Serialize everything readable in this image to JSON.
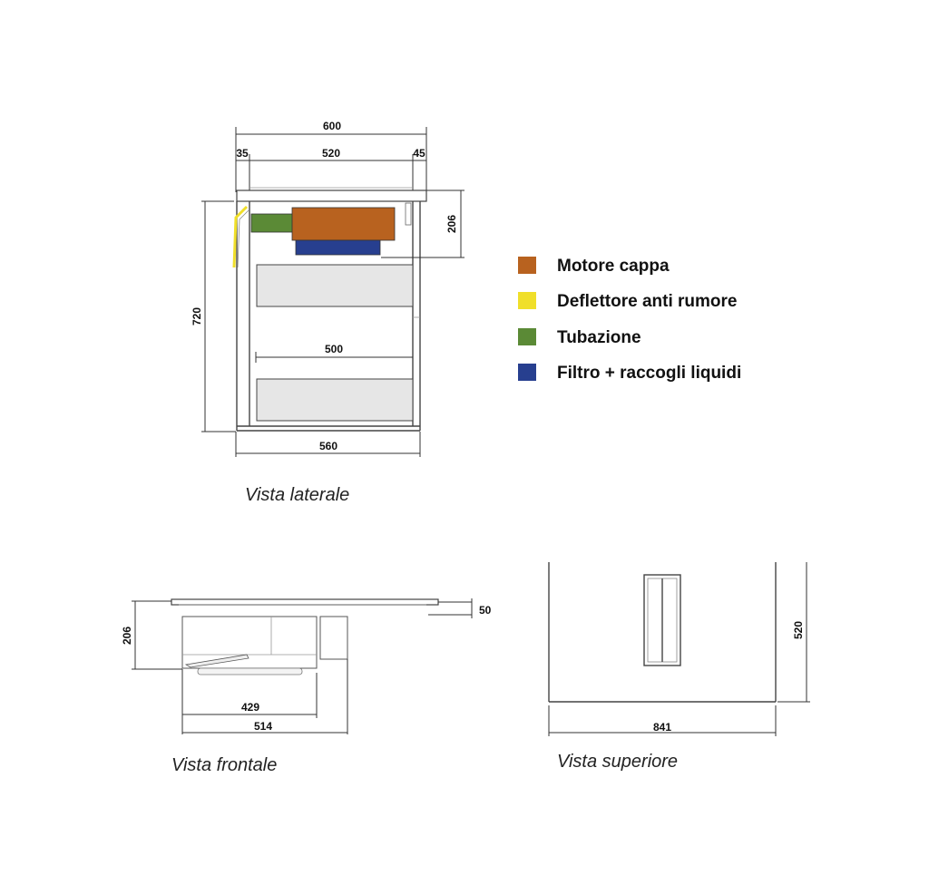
{
  "colors": {
    "motor": "#b8621f",
    "deflector": "#f0df2a",
    "duct": "#5b8a36",
    "filter": "#273f8f"
  },
  "legend": [
    {
      "label": "Motore cappa",
      "color_key": "motor"
    },
    {
      "label": "Deflettore anti rumore",
      "color_key": "deflector"
    },
    {
      "label": "Tubazione",
      "color_key": "duct"
    },
    {
      "label": "Filtro + raccogli liquidi",
      "color_key": "filter"
    }
  ],
  "views": {
    "side": {
      "caption": "Vista laterale",
      "dims": {
        "total_width": "600",
        "left": "35",
        "middle": "520",
        "right": "45",
        "height_right": "206",
        "height_left": "720",
        "inner": "500",
        "base": "560"
      }
    },
    "front": {
      "caption": "Vista frontale",
      "dims": {
        "height": "206",
        "top_thickness": "50",
        "inner_width": "429",
        "outer_width": "514"
      }
    },
    "top": {
      "caption": "Vista superiore",
      "dims": {
        "depth": "520",
        "width": "841"
      }
    }
  }
}
